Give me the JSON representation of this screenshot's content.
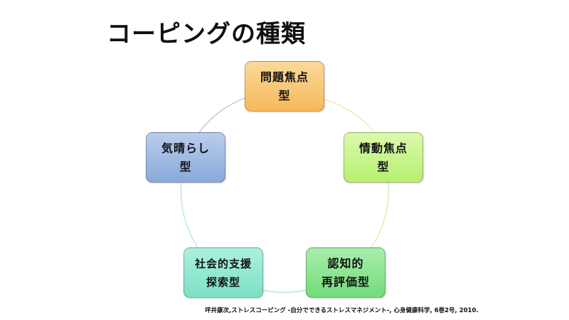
{
  "title": "コーピングの種類",
  "nodes": [
    {
      "line1": "問題焦点",
      "line2": "型",
      "color": "#f8c577"
    },
    {
      "line1": "情動焦点",
      "line2": "型",
      "color": "#c6f48b"
    },
    {
      "line1": "認知的",
      "line2": "再評価型",
      "color": "#8ee394"
    },
    {
      "line1": "社会的支援",
      "line2": "探索型",
      "color": "#93e8d1"
    },
    {
      "line1": "気晴らし",
      "line2": "型",
      "color": "#a1bbe3"
    }
  ],
  "citation": "坪井康次,ストレスコーピング -自分でできるストレスマネジメント-, 心身健康科学, 6巻2号, 2010."
}
